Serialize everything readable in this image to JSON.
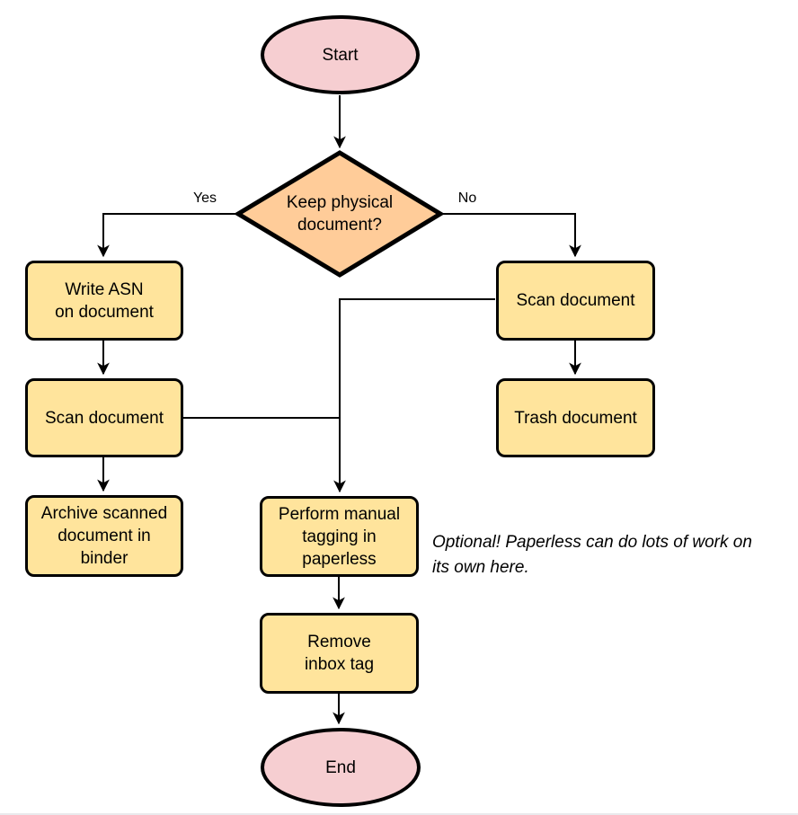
{
  "diagram": {
    "type": "flowchart",
    "topic": "document scanning workflow",
    "colors": {
      "terminal_fill": "#f6ced1",
      "process_fill": "#ffe49c",
      "decision_fill": "#ffcc99",
      "stroke": "#000000",
      "text": "#000000"
    },
    "nodes": {
      "start": {
        "shape": "ellipse",
        "label": "Start"
      },
      "keep_physical": {
        "shape": "diamond",
        "label": "Keep physical\ndocument?"
      },
      "write_asn": {
        "shape": "rect",
        "label": "Write ASN\non document"
      },
      "scan_left": {
        "shape": "rect",
        "label": "Scan document"
      },
      "archive": {
        "shape": "rect",
        "label": "Archive scanned\ndocument in\nbinder"
      },
      "scan_right": {
        "shape": "rect",
        "label": "Scan document"
      },
      "trash": {
        "shape": "rect",
        "label": "Trash document"
      },
      "tagging": {
        "shape": "rect",
        "label": "Perform manual\ntagging in\npaperless"
      },
      "remove_inbox": {
        "shape": "rect",
        "label": "Remove\ninbox tag"
      },
      "end": {
        "shape": "ellipse",
        "label": "End"
      }
    },
    "edge_labels": {
      "yes": "Yes",
      "no": "No"
    },
    "edges": [
      {
        "from": "start",
        "to": "keep_physical",
        "label": ""
      },
      {
        "from": "keep_physical",
        "to": "write_asn",
        "label": "Yes"
      },
      {
        "from": "keep_physical",
        "to": "scan_right",
        "label": "No"
      },
      {
        "from": "write_asn",
        "to": "scan_left",
        "label": ""
      },
      {
        "from": "scan_left",
        "to": "archive",
        "label": ""
      },
      {
        "from": "scan_left",
        "to": "tagging",
        "label": ""
      },
      {
        "from": "scan_right",
        "to": "trash",
        "label": ""
      },
      {
        "from": "scan_right",
        "to": "tagging",
        "label": ""
      },
      {
        "from": "tagging",
        "to": "remove_inbox",
        "label": ""
      },
      {
        "from": "remove_inbox",
        "to": "end",
        "label": ""
      }
    ],
    "annotation": {
      "text": "Optional! Paperless can do lots of work on\nits own here."
    }
  }
}
